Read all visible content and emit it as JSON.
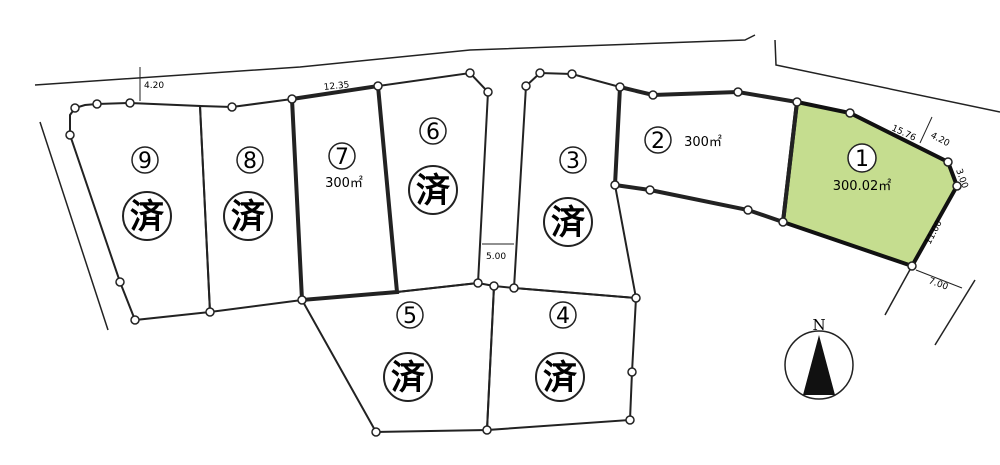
{
  "sold_mark": "済",
  "highlight_color": "#c5dd8f",
  "lots": [
    {
      "number": "1",
      "area": "300.02㎡",
      "status": "available"
    },
    {
      "number": "2",
      "area": "300㎡",
      "status": "available"
    },
    {
      "number": "3",
      "status": "sold"
    },
    {
      "number": "4",
      "status": "sold"
    },
    {
      "number": "5",
      "status": "sold"
    },
    {
      "number": "6",
      "status": "sold"
    },
    {
      "number": "7",
      "area": "300㎡",
      "status": "available"
    },
    {
      "number": "8",
      "status": "sold"
    },
    {
      "number": "9",
      "status": "sold"
    }
  ],
  "dimensions": {
    "top_road_width": "4.20",
    "lot7_frontage": "12.35",
    "lot1_frontage": "15.76",
    "lot1_road_width": "4.20",
    "lot1_corner": "3.00",
    "lot1_side": "11.00",
    "lot1_side_road_width": "7.00",
    "center_road_width": "5.00"
  },
  "north_label": "N"
}
